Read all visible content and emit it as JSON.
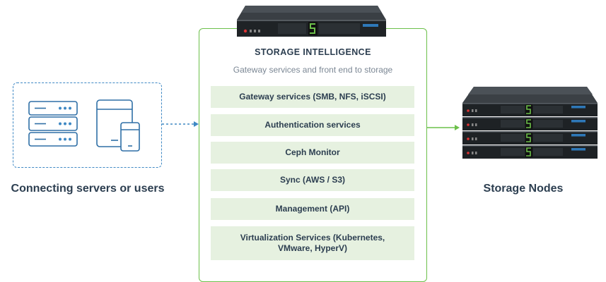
{
  "clients": {
    "label": "Connecting servers or users",
    "icons": [
      "server-rack-icon",
      "tablet-phone-icon"
    ]
  },
  "panel": {
    "title": "STORAGE INTELLIGENCE",
    "subtitle": "Gateway services and front end to storage",
    "services": [
      "Gateway services (SMB, NFS, iSCSI)",
      "Authentication services",
      "Ceph Monitor",
      "Sync (AWS / S3)",
      "Management (API)",
      "Virtualization Services (Kubernetes, VMware, HyperV)"
    ]
  },
  "storage": {
    "label": "Storage Nodes",
    "node_count": 4
  },
  "colors": {
    "green_accent": "#6cc04a",
    "service_fill": "#e6f1e0",
    "client_blue": "#3e88c4",
    "server_dark": "#25292d"
  }
}
